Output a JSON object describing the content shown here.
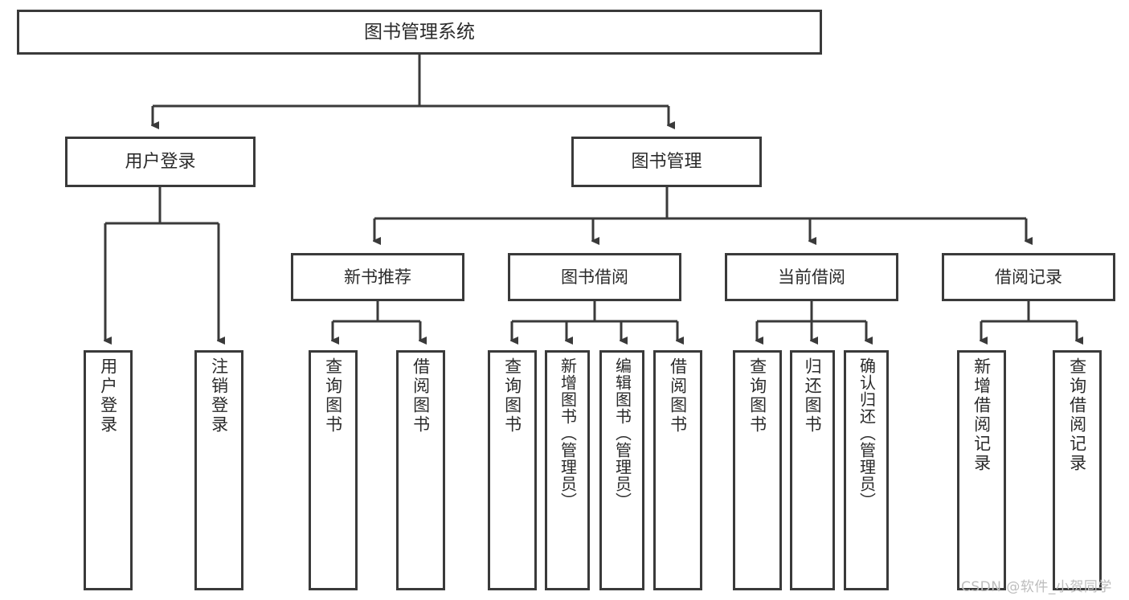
{
  "diagram": {
    "title": "图书管理系统",
    "type": "tree-hierarchy-chart",
    "background_color": "#ffffff",
    "border_color": "#3a3a3a",
    "text_color": "#2b2b2b"
  },
  "nodes": {
    "root": {
      "label": "图书管理系统"
    },
    "level2": [
      {
        "id": "user-login",
        "label": "用户登录"
      },
      {
        "id": "book-manage",
        "label": "图书管理"
      }
    ],
    "level3": [
      {
        "id": "new-book-recommend",
        "label": "新书推荐"
      },
      {
        "id": "book-borrow",
        "label": "图书借阅"
      },
      {
        "id": "current-borrow",
        "label": "当前借阅"
      },
      {
        "id": "borrow-record",
        "label": "借阅记录"
      }
    ],
    "leaves": {
      "user_login": [
        {
          "id": "leaf-user-login",
          "label": "用户登录"
        },
        {
          "id": "leaf-logout-login",
          "label": "注销登录"
        }
      ],
      "new_book_recommend": [
        {
          "id": "leaf-query-book-1",
          "label": "查询图书"
        },
        {
          "id": "leaf-borrow-book-1",
          "label": "借阅图书"
        }
      ],
      "book_borrow": [
        {
          "id": "leaf-query-book-2",
          "label": "查询图书"
        },
        {
          "id": "leaf-add-book",
          "label": "新增图书（管理员）"
        },
        {
          "id": "leaf-edit-book",
          "label": "编辑图书（管理员）"
        },
        {
          "id": "leaf-borrow-book-2",
          "label": "借阅图书"
        }
      ],
      "current_borrow": [
        {
          "id": "leaf-query-book-3",
          "label": "查询图书"
        },
        {
          "id": "leaf-return-book",
          "label": "归还图书"
        },
        {
          "id": "leaf-confirm-return",
          "label": "确认归还（管理员）"
        }
      ],
      "borrow_record": [
        {
          "id": "leaf-add-record",
          "label": "新增借阅记录"
        },
        {
          "id": "leaf-query-record",
          "label": "查询借阅记录"
        }
      ]
    }
  },
  "watermark": {
    "text": "CSDN @软件_小贺同学"
  }
}
